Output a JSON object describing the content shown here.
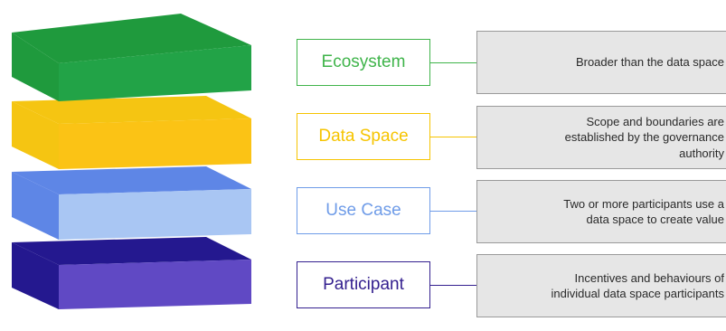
{
  "layers": [
    {
      "label": "Ecosystem",
      "description_lines": [
        "Broader than the data space"
      ],
      "color": "#3fb44a",
      "top_color": "#1f9a3d",
      "front_color": "#22a347"
    },
    {
      "label": "Data Space",
      "description_lines": [
        "Scope and boundaries are",
        "established by the governance",
        "authority"
      ],
      "color": "#f6c400",
      "top_color": "#f5c512",
      "front_color": "#fbc315"
    },
    {
      "label": "Use Case",
      "description_lines": [
        "Two or more participants use a",
        "data space to create value"
      ],
      "color": "#6f9ce8",
      "top_color": "#5e86e6",
      "front_color": "#a9c6f3"
    },
    {
      "label": "Participant",
      "description_lines": [
        "Incentives and behaviours of",
        "individual data space participants"
      ],
      "color": "#34208f",
      "top_color": "#24188f",
      "front_color": "#6049c4"
    }
  ]
}
